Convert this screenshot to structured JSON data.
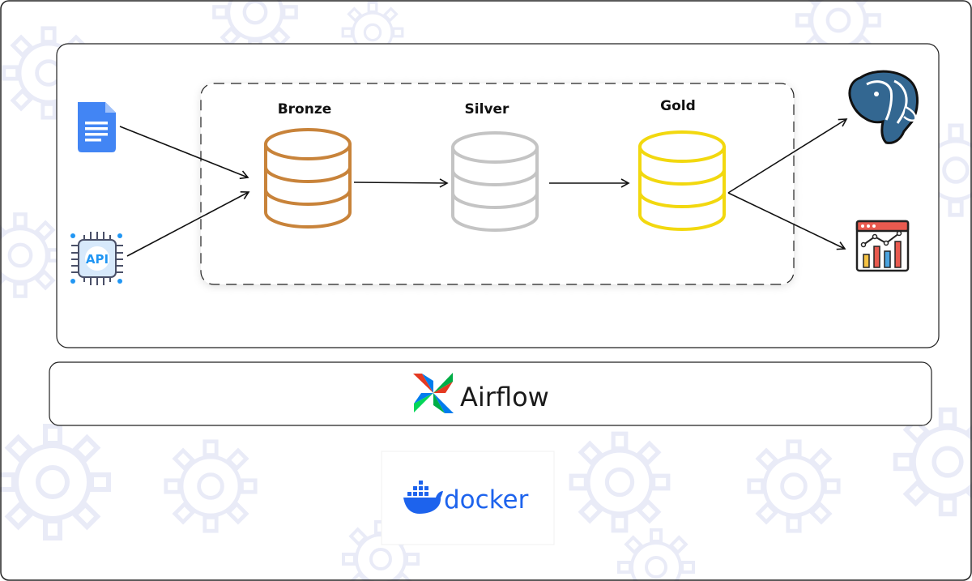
{
  "layers": [
    {
      "id": "bronze",
      "label": "Bronze",
      "color": "#c8833a"
    },
    {
      "id": "silver",
      "label": "Silver",
      "color": "#c4c4c4"
    },
    {
      "id": "gold",
      "label": "Gold",
      "color": "#f2d80f"
    }
  ],
  "sources": [
    {
      "id": "doc",
      "icon": "google-docs-icon"
    },
    {
      "id": "api",
      "icon": "api-chip-icon",
      "text": "API"
    }
  ],
  "destinations": [
    {
      "id": "postgres",
      "icon": "postgresql-elephant-icon"
    },
    {
      "id": "dashboard",
      "icon": "analytics-dashboard-icon"
    }
  ],
  "orchestrator": {
    "name": "Airflow",
    "icon": "airflow-pinwheel-icon"
  },
  "container": {
    "name": "docker",
    "icon": "docker-whale-icon",
    "color": "#1d63ed"
  },
  "colors": {
    "frame_border": "#222222",
    "background_pattern": "#eef0fb"
  }
}
